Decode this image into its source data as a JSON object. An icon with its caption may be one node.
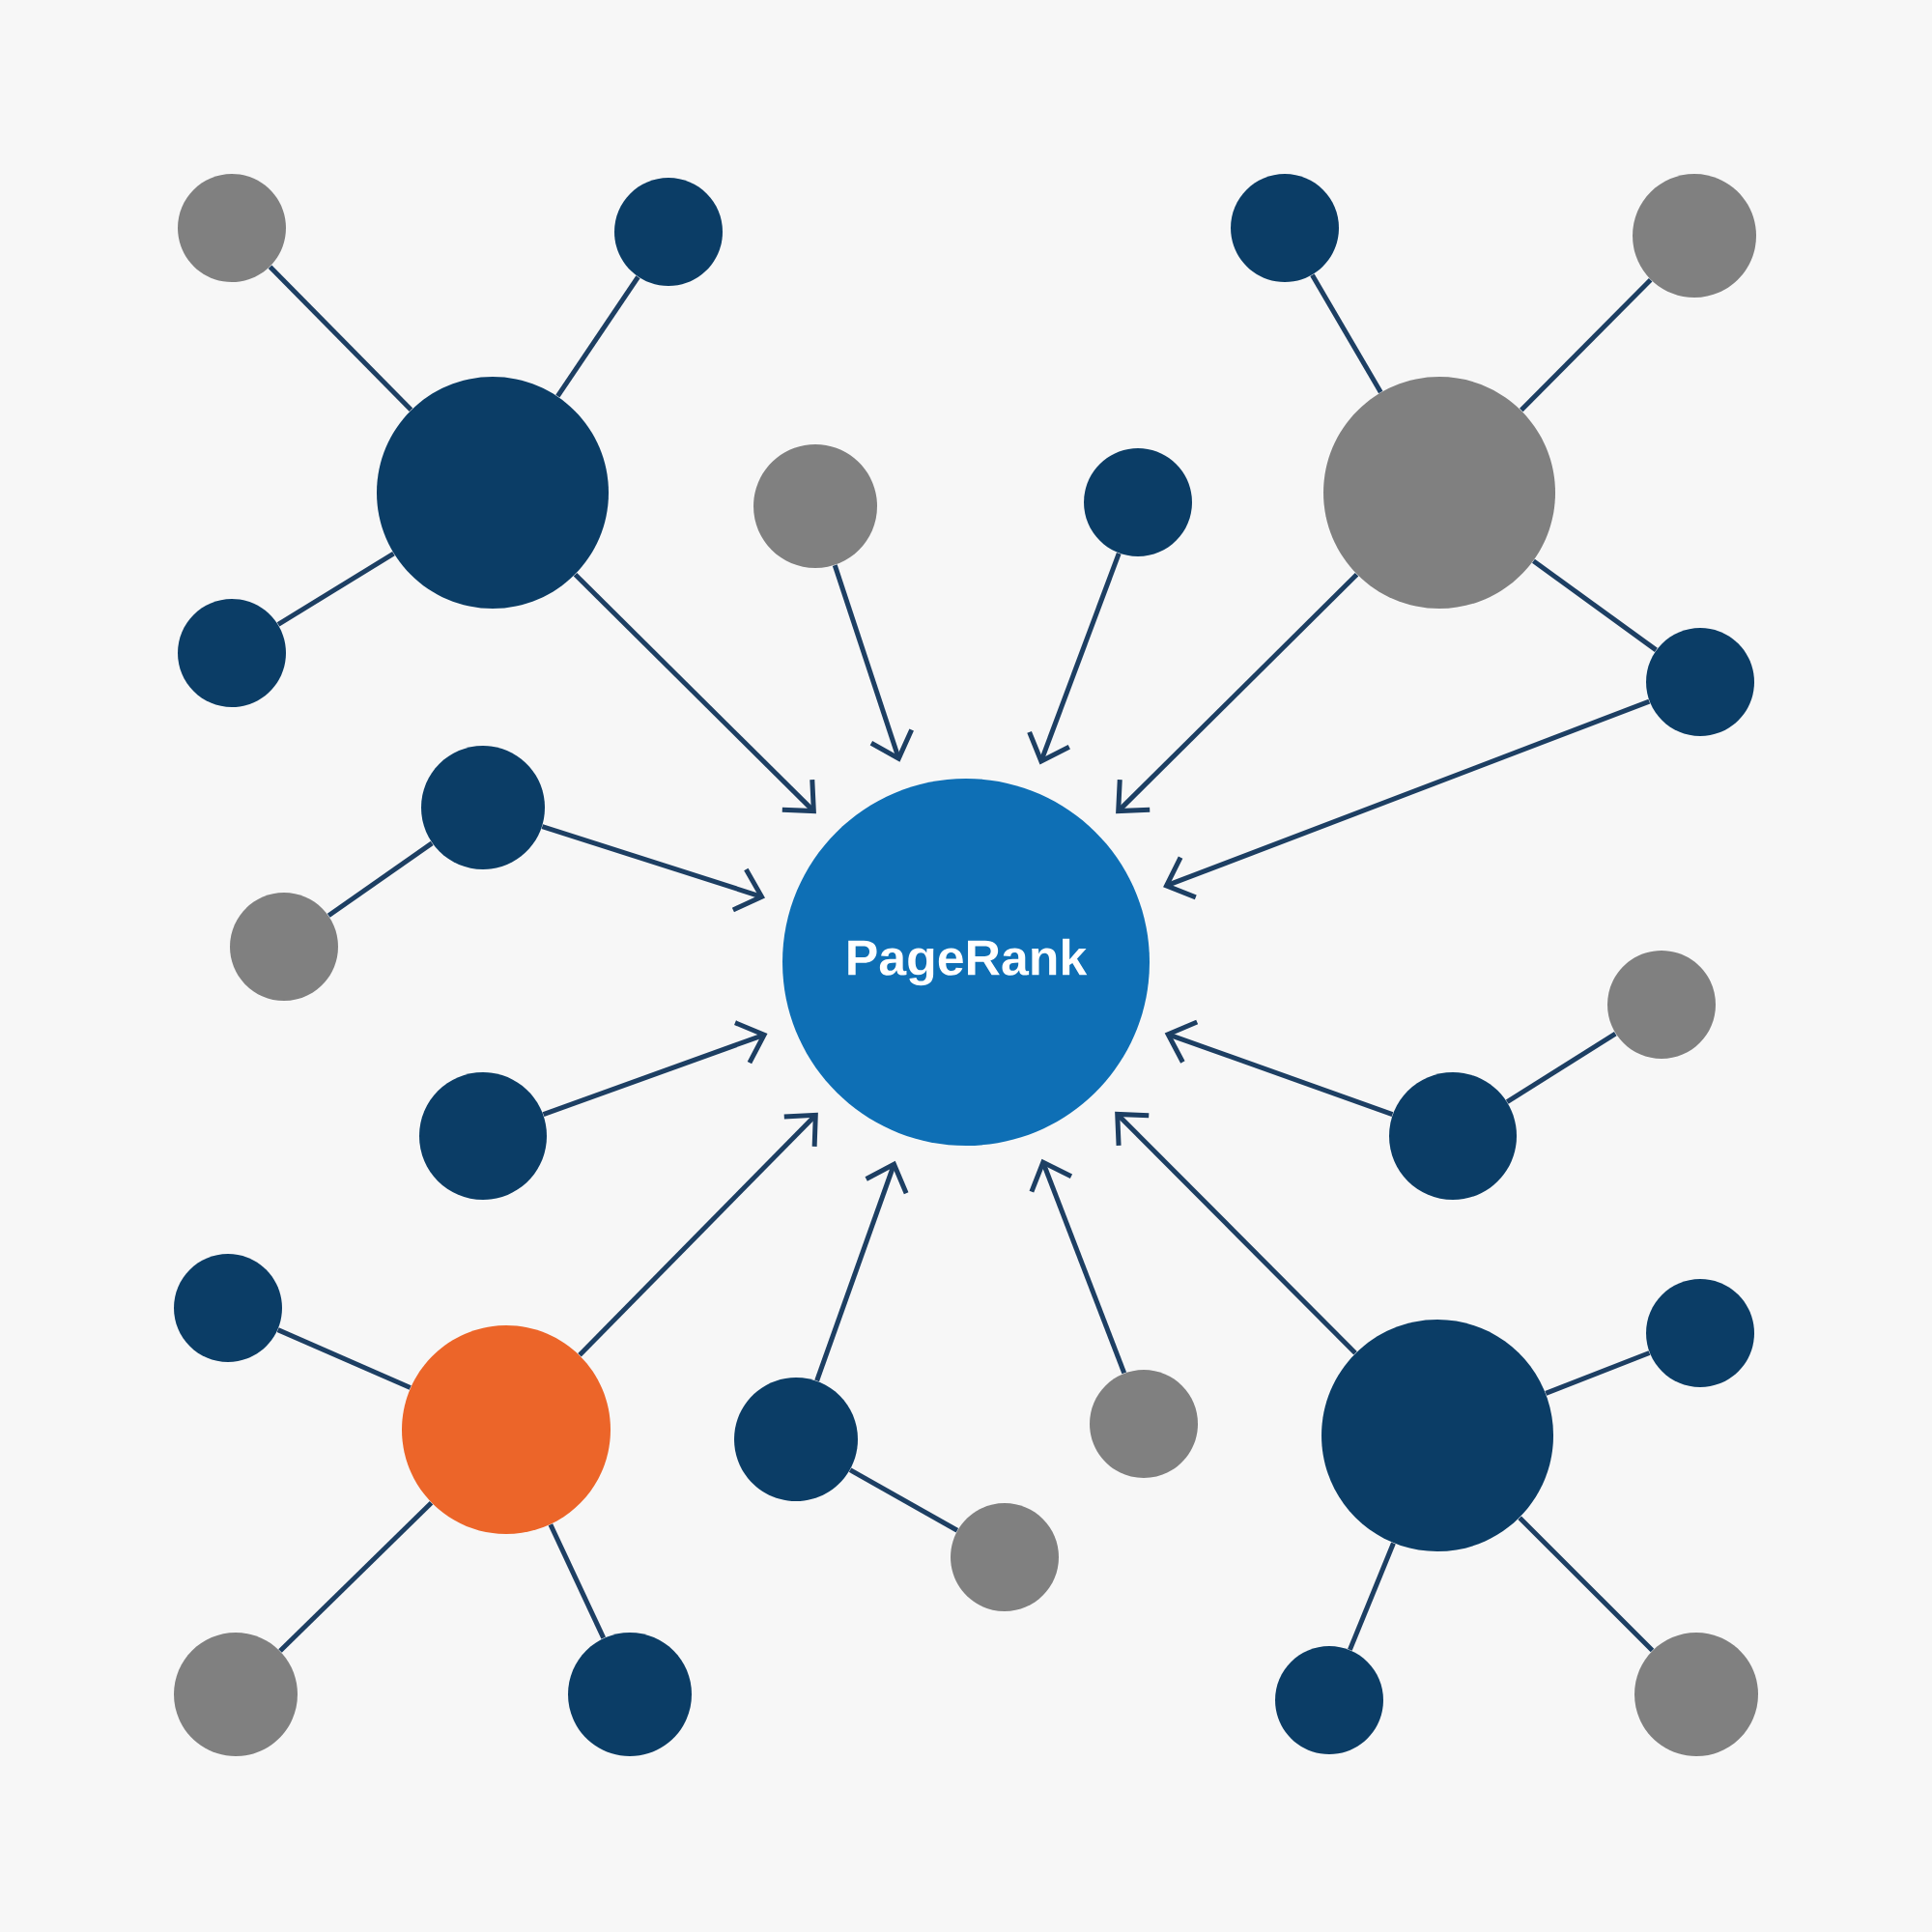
{
  "diagram": {
    "nodes": [
      {
        "text": [
          "PageRank"
        ]
      },
      {
        "text": [],
        "shape": "circle"
      },
      {
        "text": [],
        "shape": "circle"
      },
      {
        "text": [],
        "shape": "circle"
      },
      {
        "text": [],
        "shape": "circle"
      },
      {
        "text": [],
        "shape": "circle"
      },
      {
        "text": [],
        "shape": "circle"
      },
      {
        "text": [],
        "shape": "circle"
      },
      {
        "text": [],
        "shape": "circle"
      },
      {
        "text": [],
        "shape": "circle"
      },
      {
        "text": [],
        "shape": "circle"
      },
      {
        "text": [],
        "shape": "circle"
      },
      {
        "text": [],
        "shape": "circle"
      },
      {
        "text": [],
        "shape": "circle"
      },
      {
        "text": [],
        "shape": "circle"
      },
      {
        "text": [],
        "shape": "circle"
      },
      {
        "text": [],
        "shape": "circle"
      },
      {
        "text": [],
        "shape": "circle"
      },
      {
        "text": [],
        "shape": "circle"
      },
      {
        "text": [],
        "shape": "circle"
      },
      {
        "text": [],
        "shape": "circle"
      },
      {
        "text": [],
        "shape": "circle"
      },
      {
        "text": [],
        "shape": "circle"
      },
      {
        "text": [],
        "shape": "circle"
      },
      {
        "text": [],
        "shape": "circle"
      },
      {
        "text": [],
        "shape": "circle"
      },
      {
        "text": [],
        "shape": "circle"
      }
    ],
    "edges": [
      {
        "from": 1,
        "to": 5,
        "arrow": "none"
      },
      {
        "from": 2,
        "to": 5,
        "arrow": "none"
      },
      {
        "from": 9,
        "to": 5,
        "arrow": "none"
      },
      {
        "from": 3,
        "to": 6,
        "arrow": "none"
      },
      {
        "from": 4,
        "to": 6,
        "arrow": "none"
      },
      {
        "from": 6,
        "to": 10,
        "arrow": "none"
      },
      {
        "from": 12,
        "to": 11,
        "arrow": "none"
      },
      {
        "from": 13,
        "to": 15,
        "arrow": "none"
      },
      {
        "from": 16,
        "to": 18,
        "arrow": "none"
      },
      {
        "from": 23,
        "to": 18,
        "arrow": "none"
      },
      {
        "from": 24,
        "to": 18,
        "arrow": "none"
      },
      {
        "from": 19,
        "to": 22,
        "arrow": "none"
      },
      {
        "from": 17,
        "to": 21,
        "arrow": "none"
      },
      {
        "from": 25,
        "to": 21,
        "arrow": "none"
      },
      {
        "from": 26,
        "to": 21,
        "arrow": "none"
      },
      {
        "from": 5,
        "to": 0,
        "arrow": "to"
      },
      {
        "from": 7,
        "to": 0,
        "arrow": "to"
      },
      {
        "from": 8,
        "to": 0,
        "arrow": "to"
      },
      {
        "from": 6,
        "to": 0,
        "arrow": "to"
      },
      {
        "from": 10,
        "to": 0,
        "arrow": "to"
      },
      {
        "from": 11,
        "to": 0,
        "arrow": "to"
      },
      {
        "from": 14,
        "to": 0,
        "arrow": "to"
      },
      {
        "from": 15,
        "to": 0,
        "arrow": "to"
      },
      {
        "from": 18,
        "to": 0,
        "arrow": "to"
      },
      {
        "from": 19,
        "to": 0,
        "arrow": "to"
      },
      {
        "from": 20,
        "to": 0,
        "arrow": "to"
      },
      {
        "from": 21,
        "to": 0,
        "arrow": "to"
      }
    ]
  }
}
